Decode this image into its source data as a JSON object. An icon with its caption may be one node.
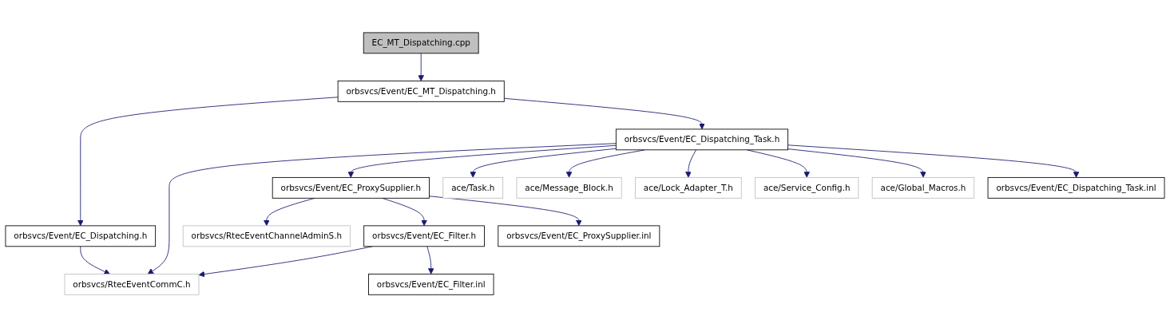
{
  "diagram": {
    "nodes": [
      {
        "text": [
          "EC_MT_Dispatching.cpp"
        ]
      },
      {
        "text": [
          "orbsvcs/Event/EC_MT_Dispatching.h"
        ]
      },
      {
        "text": [
          "orbsvcs/Event/EC_Dispatching.h"
        ]
      },
      {
        "text": [
          "orbsvcs/Event/EC_Dispatching_Task.h"
        ]
      },
      {
        "text": [
          "orbsvcs/Event/EC_ProxySupplier.h"
        ]
      },
      {
        "text": [
          "ace/Task.h"
        ]
      },
      {
        "text": [
          "ace/Message_Block.h"
        ]
      },
      {
        "text": [
          "ace/Lock_Adapter_T.h"
        ]
      },
      {
        "text": [
          "ace/Service_Config.h"
        ]
      },
      {
        "text": [
          "ace/Global_Macros.h"
        ]
      },
      {
        "text": [
          "orbsvcs/Event/EC_Dispatching_Task.inl"
        ]
      },
      {
        "text": [
          "orbsvcs/RtecEventChannelAdminS.h"
        ]
      },
      {
        "text": [
          "orbsvcs/Event/EC_Filter.h"
        ]
      },
      {
        "text": [
          "orbsvcs/Event/EC_ProxySupplier.inl"
        ]
      },
      {
        "text": [
          "orbsvcs/RtecEventCommC.h"
        ]
      },
      {
        "text": [
          "orbsvcs/Event/EC_Filter.inl"
        ]
      }
    ],
    "edges": [
      {
        "from": 0,
        "to": 1,
        "arrow": "to"
      },
      {
        "from": 1,
        "to": 2,
        "arrow": "to"
      },
      {
        "from": 1,
        "to": 3,
        "arrow": "to"
      },
      {
        "from": 2,
        "to": 14,
        "arrow": "to"
      },
      {
        "from": 3,
        "to": 14,
        "arrow": "to"
      },
      {
        "from": 3,
        "to": 4,
        "arrow": "to"
      },
      {
        "from": 3,
        "to": 5,
        "arrow": "to"
      },
      {
        "from": 3,
        "to": 6,
        "arrow": "to"
      },
      {
        "from": 3,
        "to": 7,
        "arrow": "to"
      },
      {
        "from": 3,
        "to": 8,
        "arrow": "to"
      },
      {
        "from": 3,
        "to": 9,
        "arrow": "to"
      },
      {
        "from": 3,
        "to": 10,
        "arrow": "to"
      },
      {
        "from": 4,
        "to": 11,
        "arrow": "to"
      },
      {
        "from": 4,
        "to": 12,
        "arrow": "to"
      },
      {
        "from": 4,
        "to": 13,
        "arrow": "to"
      },
      {
        "from": 12,
        "to": 14,
        "arrow": "to"
      },
      {
        "from": 12,
        "to": 15,
        "arrow": "to"
      }
    ]
  }
}
